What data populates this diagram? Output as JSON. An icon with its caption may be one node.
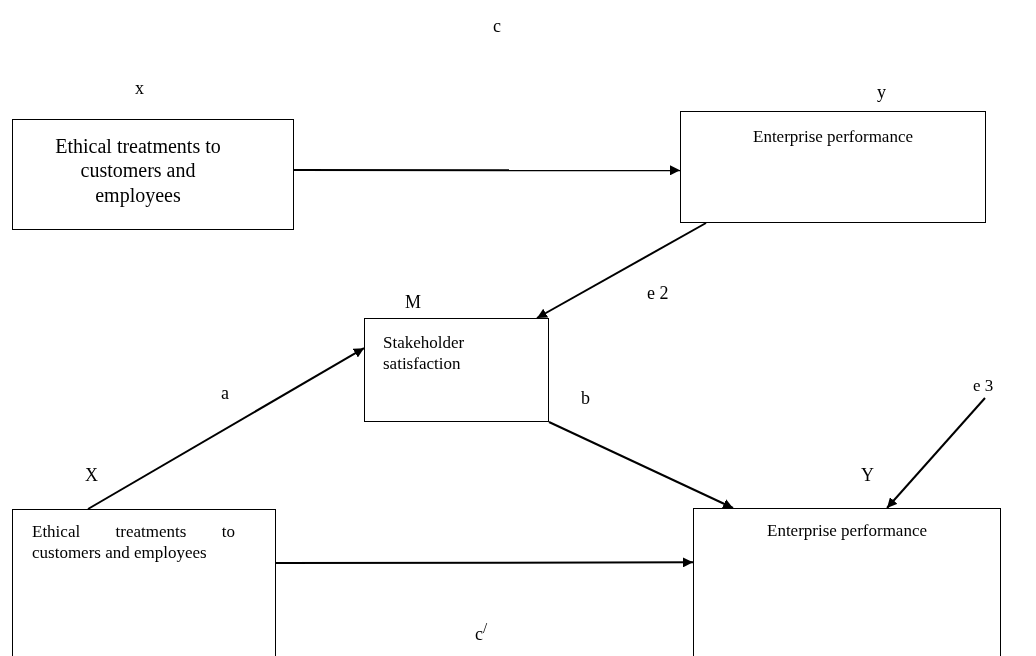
{
  "diagram": {
    "nodes": [
      {
        "text": [
          "Ethical treatments to customers and employees"
        ],
        "beside": [
          "x"
        ]
      },
      {
        "text": [
          "Enterprise performance"
        ],
        "beside": [
          "y"
        ]
      },
      {
        "text": [
          "Stakeholder satisfaction"
        ],
        "beside": [
          "M"
        ]
      },
      {
        "text": [
          "Ethical treatments to customers and employees"
        ],
        "beside": [
          "X"
        ]
      },
      {
        "text": [
          "Enterprise performance"
        ],
        "beside": [
          "Y"
        ]
      },
      {
        "text": [
          "e 3"
        ]
      }
    ],
    "edges": [
      {
        "from": 0,
        "to": 1,
        "arrow": "to"
      },
      {
        "from": 1,
        "to": 2,
        "arrow": "to"
      },
      {
        "from": 3,
        "to": 2,
        "arrow": "to",
        "label": "a"
      },
      {
        "from": 2,
        "to": 4,
        "arrow": "to",
        "label": "b"
      },
      {
        "from": 3,
        "to": 4,
        "arrow": "to",
        "label": "c$^{/}$"
      },
      {
        "from": 5,
        "to": 4,
        "arrow": "to"
      }
    ],
    "labels": [
      "c",
      "e 2"
    ]
  }
}
